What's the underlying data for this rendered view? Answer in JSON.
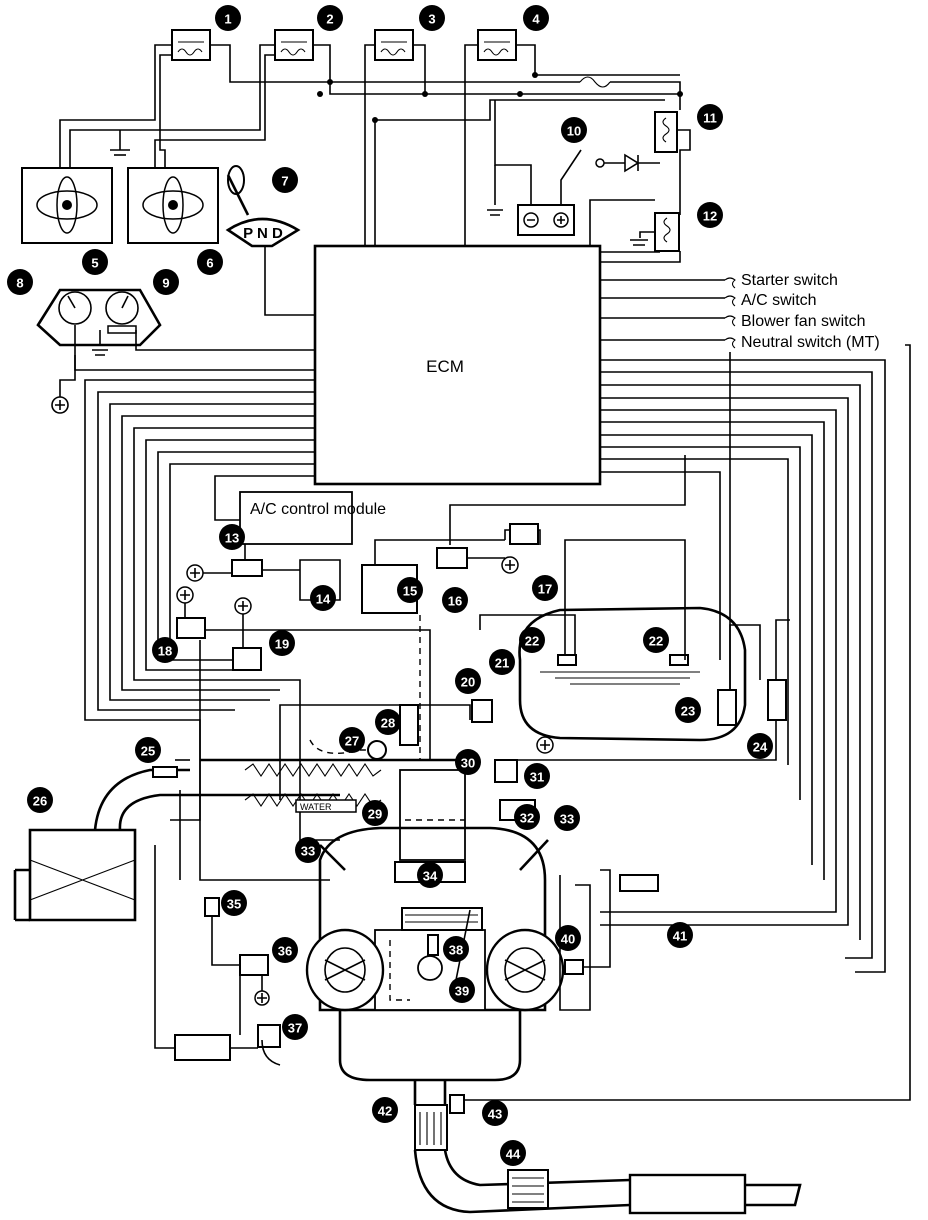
{
  "ecm_label": "ECM",
  "signal_labels": [
    "Starter switch",
    "A/C switch",
    "Blower fan switch",
    "Neutral switch (MT)"
  ],
  "ac_control_label": "A/C control module",
  "shift_positions": "P N D",
  "water_label": "WATER",
  "callouts": [
    "1",
    "2",
    "3",
    "4",
    "5",
    "6",
    "7",
    "8",
    "9",
    "10",
    "11",
    "12",
    "13",
    "14",
    "15",
    "16",
    "17",
    "18",
    "19",
    "20",
    "21",
    "22",
    "22",
    "23",
    "24",
    "25",
    "26",
    "27",
    "28",
    "29",
    "30",
    "31",
    "32",
    "33",
    "33",
    "34",
    "35",
    "36",
    "37",
    "38",
    "39",
    "40",
    "41",
    "42",
    "43",
    "44"
  ]
}
